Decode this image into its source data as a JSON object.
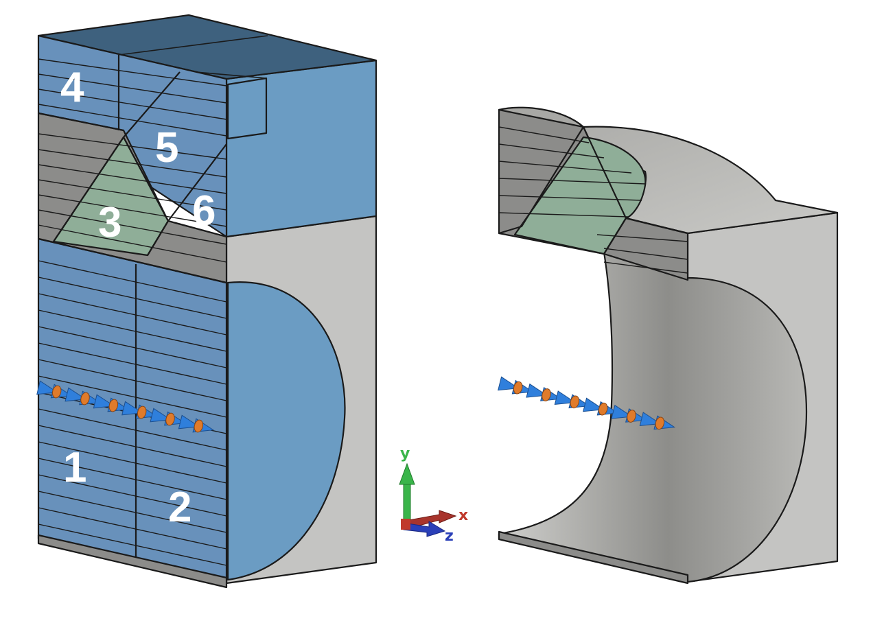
{
  "region_labels": [
    "1",
    "2",
    "3",
    "4",
    "5",
    "6"
  ],
  "axis_labels": {
    "x": "x",
    "y": "y",
    "z": "z"
  },
  "colors": {
    "blue_face": "#6b9cc3",
    "blue_face_lined": "#6891bb",
    "blue_top": "#3e617e",
    "gray_face": "#c4c4c2",
    "gray_dark": "#8c8c8a",
    "green_face": "#8fae98",
    "beam_blue": "#2f7fdc",
    "beam_orange": "#e07b2b",
    "axis_x": "#c0392b",
    "axis_y": "#3ab54a",
    "axis_z": "#2a3fb8"
  }
}
